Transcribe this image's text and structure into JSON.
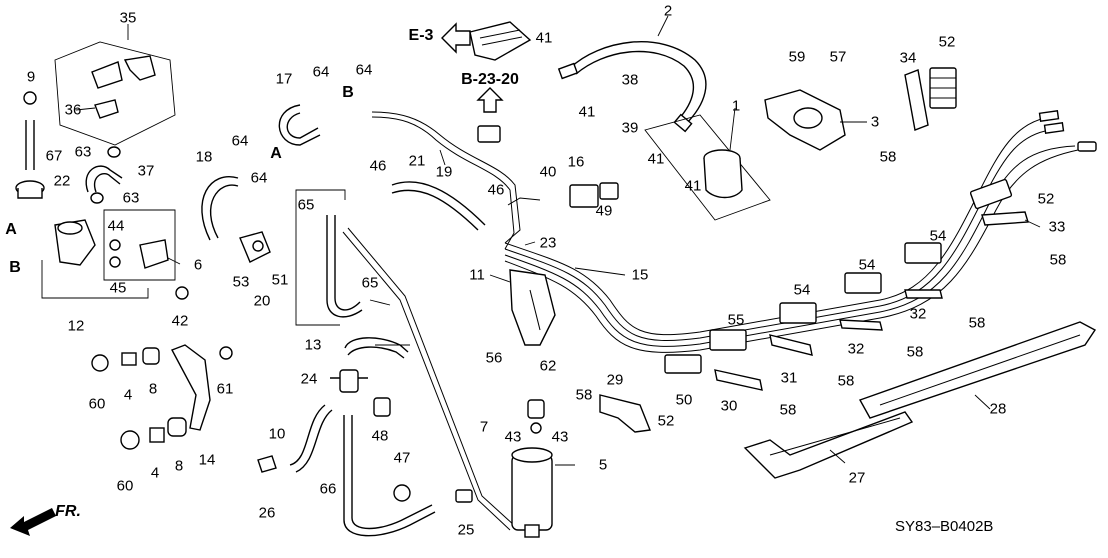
{
  "diagram": {
    "code": "SY83–B0402B",
    "front_marker": "FR.",
    "refs": {
      "e3": "E-3",
      "b2320": "B-23-20",
      "a": "A",
      "b": "B"
    },
    "callouts": {
      "c1": "1",
      "c2": "2",
      "c3": "3",
      "c4a": "4",
      "c4b": "4",
      "c5": "5",
      "c6": "6",
      "c7": "7",
      "c8a": "8",
      "c8b": "8",
      "c9": "9",
      "c10": "10",
      "c11": "11",
      "c12": "12",
      "c13": "13",
      "c14": "14",
      "c15": "15",
      "c16": "16",
      "c17": "17",
      "c18": "18",
      "c19": "19",
      "c20": "20",
      "c21": "21",
      "c22": "22",
      "c23": "23",
      "c24": "24",
      "c25": "25",
      "c26": "26",
      "c27": "27",
      "c28": "28",
      "c29": "29",
      "c30": "30",
      "c31": "31",
      "c32a": "32",
      "c32b": "32",
      "c33": "33",
      "c34": "34",
      "c35": "35",
      "c36": "36",
      "c37": "37",
      "c38": "38",
      "c39": "39",
      "c40": "40",
      "c41a": "41",
      "c41b": "41",
      "c41c": "41",
      "c41d": "41",
      "c42": "42",
      "c43a": "43",
      "c43b": "43",
      "c44": "44",
      "c45": "45",
      "c46a": "46",
      "c46b": "46",
      "c47": "47",
      "c48": "48",
      "c49": "49",
      "c50": "50",
      "c51": "51",
      "c52a": "52",
      "c52b": "52",
      "c52c": "52",
      "c53": "53",
      "c54a": "54",
      "c54b": "54",
      "c54c": "54",
      "c55": "55",
      "c56": "56",
      "c57": "57",
      "c58a": "58",
      "c58b": "58",
      "c58c": "58",
      "c58d": "58",
      "c58e": "58",
      "c58f": "58",
      "c58g": "58",
      "c59": "59",
      "c60a": "60",
      "c60b": "60",
      "c61": "61",
      "c62": "62",
      "c63a": "63",
      "c63b": "63",
      "c64a": "64",
      "c64b": "64",
      "c64c": "64",
      "c64d": "64",
      "c65a": "65",
      "c65b": "65",
      "c66": "66",
      "c67": "67"
    }
  }
}
